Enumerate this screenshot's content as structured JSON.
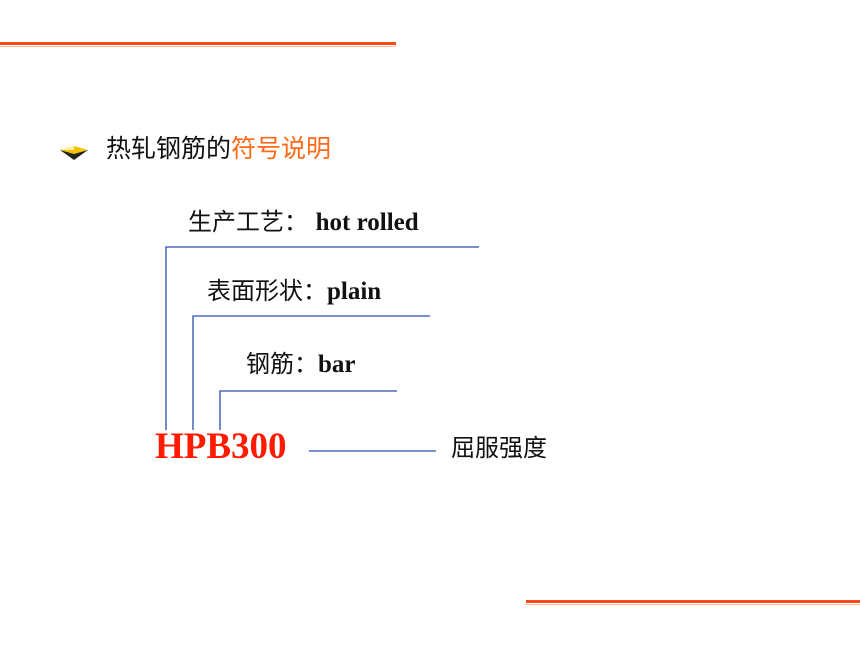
{
  "heading": {
    "prefix": "热轧钢筋的",
    "highlight": "符号说明"
  },
  "labels": {
    "process_cn": "生产工艺：",
    "process_en": "hot rolled",
    "surface_cn": "表面形状：",
    "surface_en": "plain",
    "bar_cn": "钢筋：",
    "bar_en": "bar",
    "yield": "屈服强度"
  },
  "code": "HPB300",
  "colors": {
    "accent_rule": "#ff4a1a",
    "highlight_text": "#ff6a1a",
    "code_text": "#ff1a00",
    "connector": "#2a4fae"
  },
  "icons": {
    "bullet": "diamond-arrow-bullet-icon"
  }
}
